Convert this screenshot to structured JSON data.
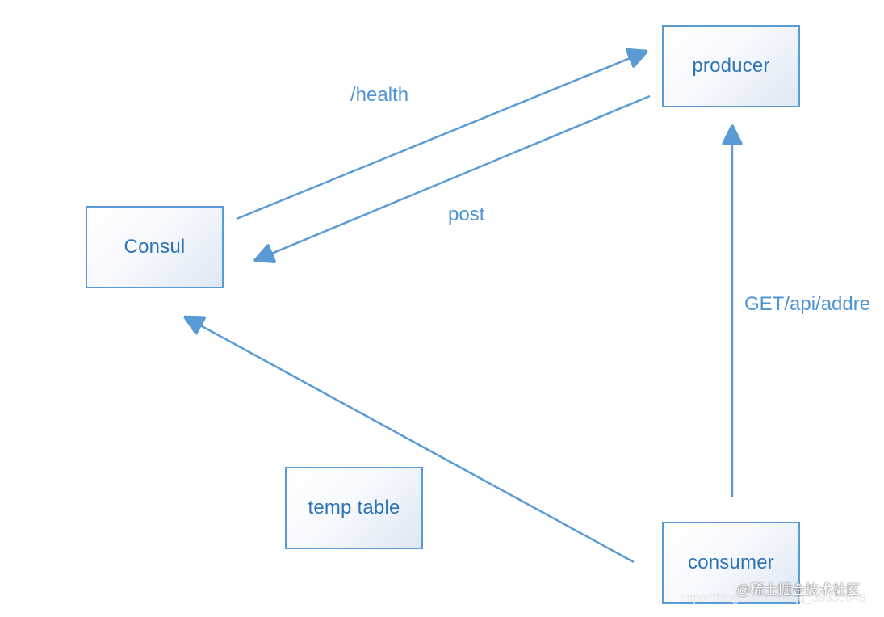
{
  "diagram": {
    "nodes": {
      "producer": "producer",
      "consul": "Consul",
      "temp_table": "temp table",
      "consumer": "consumer"
    },
    "edge_labels": {
      "health": "/health",
      "post": "post",
      "get": "GET/api/addre"
    },
    "colors": {
      "node_border": "#5b9bd5",
      "node_text": "#2e74b5",
      "arrow": "#5b9bd5",
      "label_text": "#4f93d1"
    }
  },
  "watermark": {
    "brand": "@稀土掘金技术社区",
    "url": "https://blog.csdn.net/qq_38330648"
  }
}
